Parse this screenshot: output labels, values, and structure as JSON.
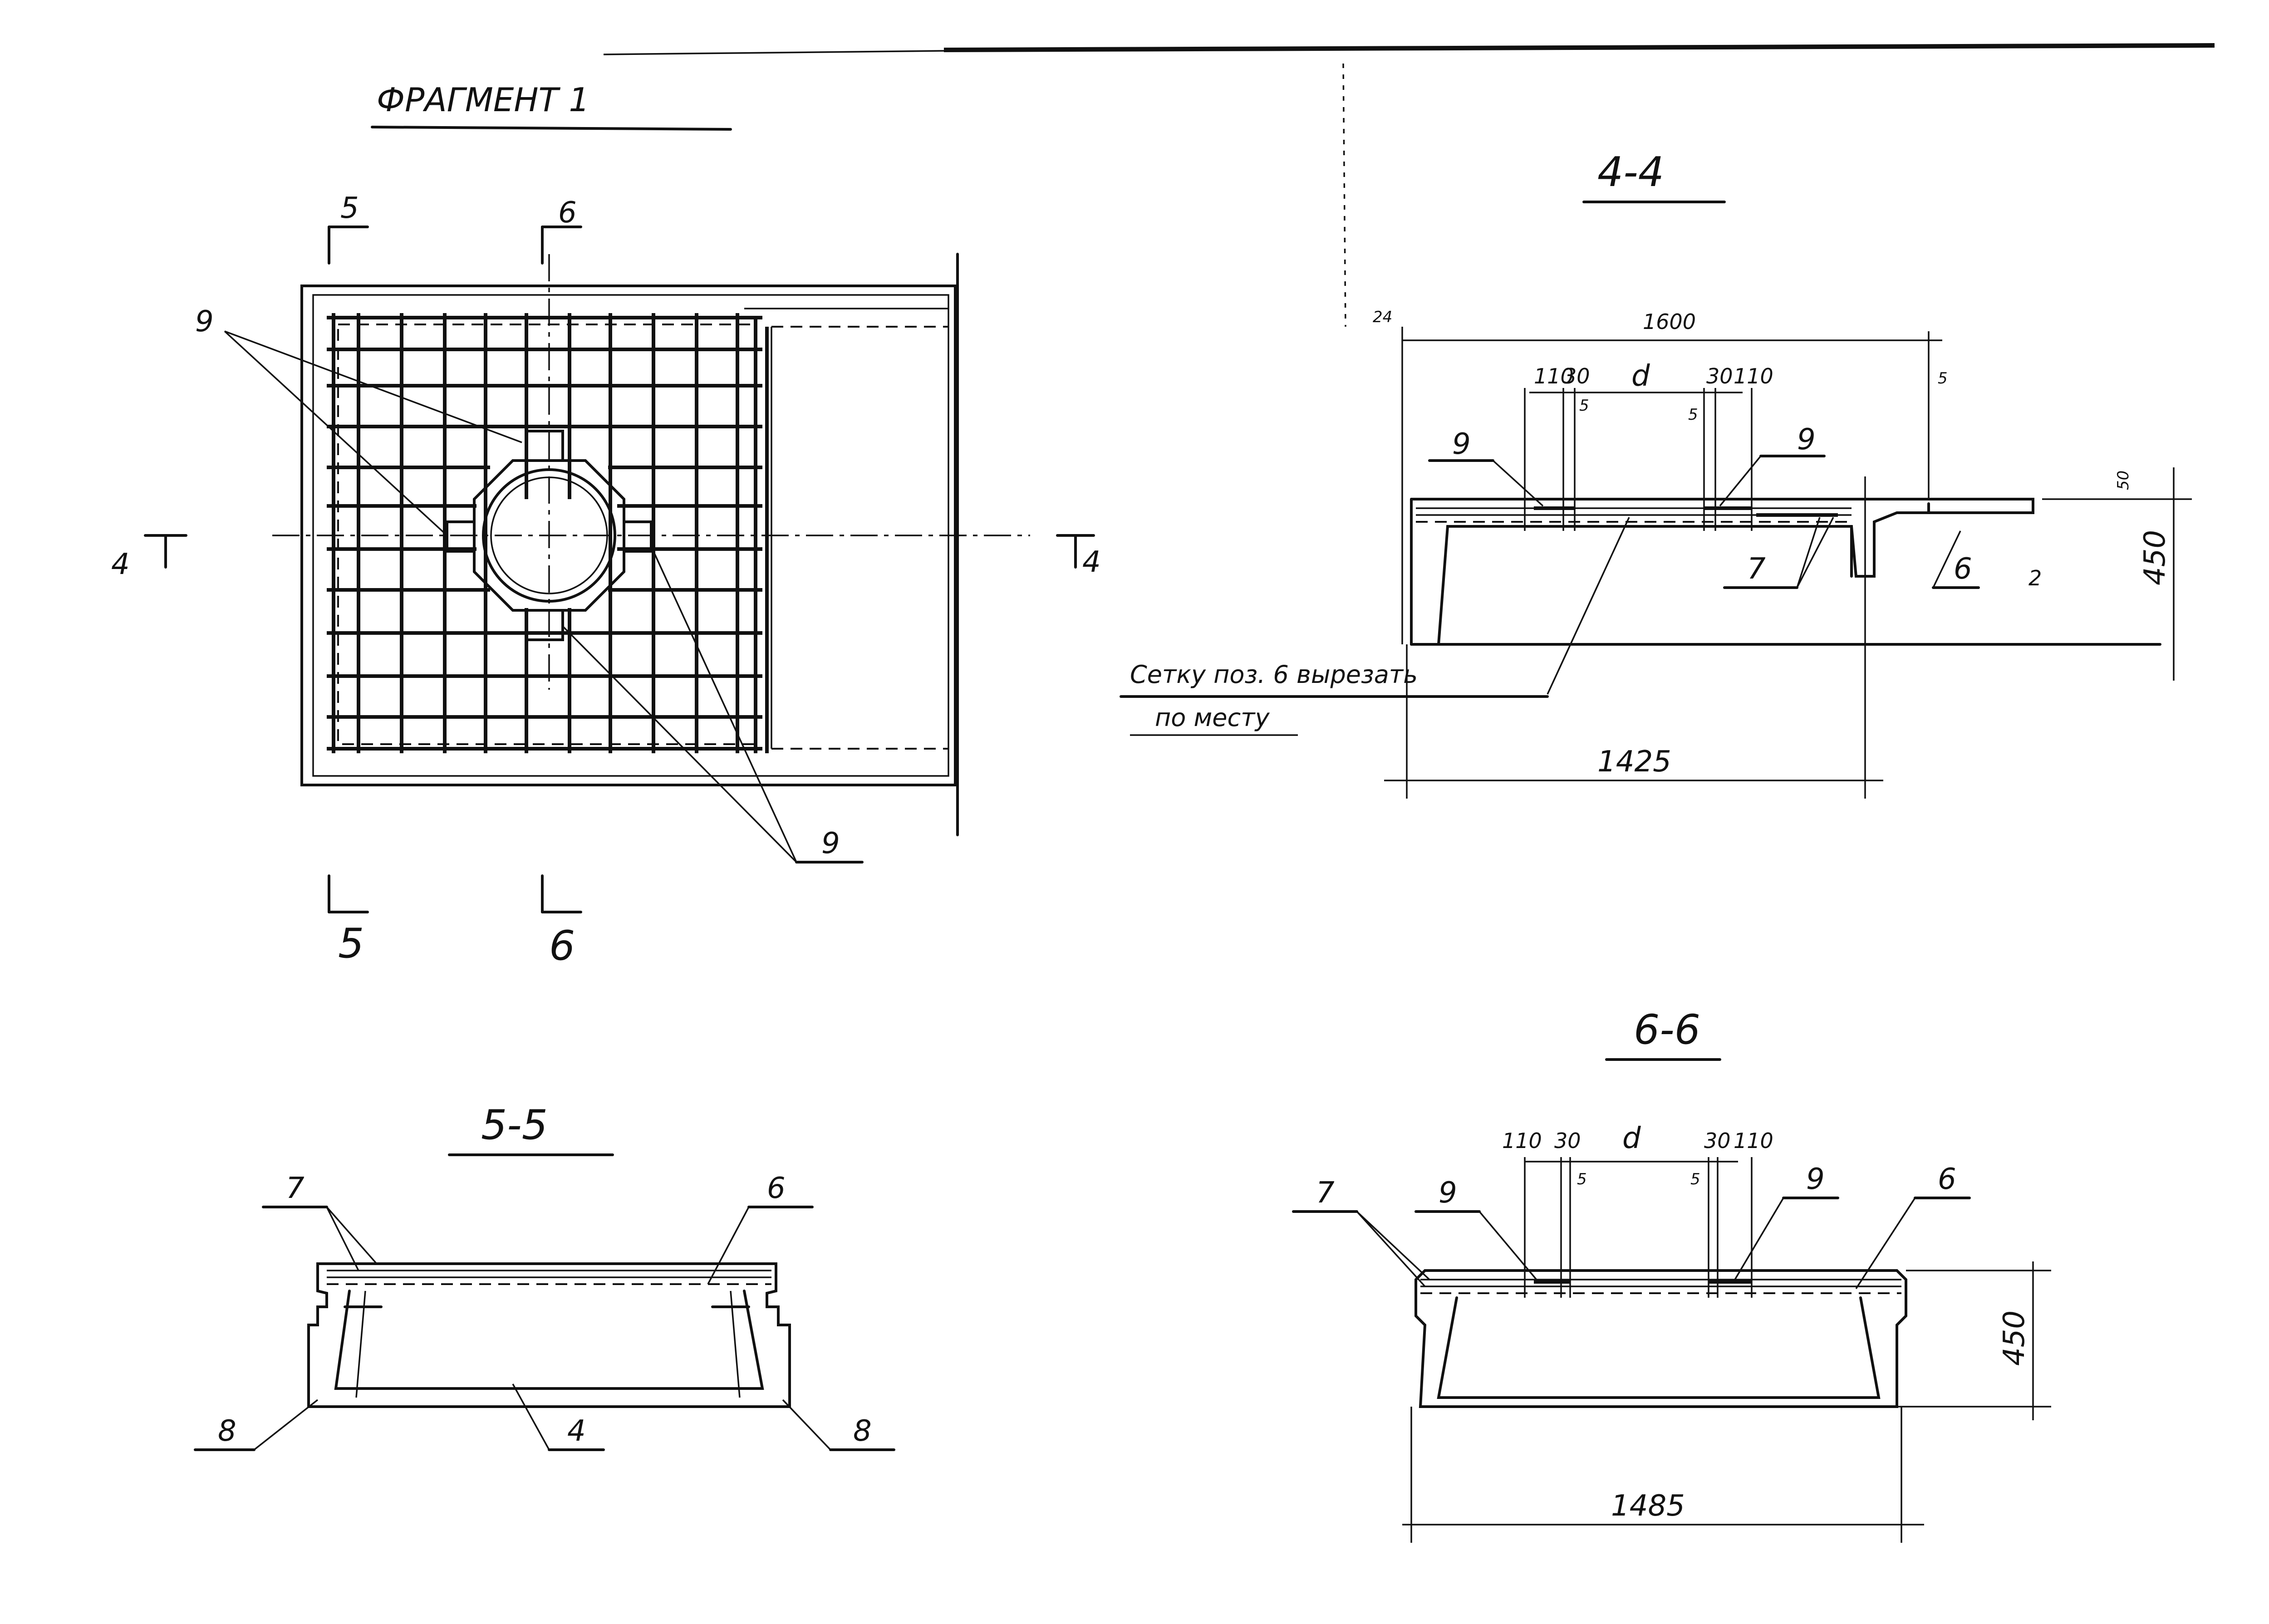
{
  "fragment_title": "ФРАГМЕНТ 1",
  "plan": {
    "cut_5_top": "5",
    "cut_6_top": "6",
    "cut_5_bottom": "5",
    "cut_6_bottom": "6",
    "cut_4_left": "4",
    "cut_4_right": "4",
    "callout_9_upper": "9",
    "callout_9_lower": "9"
  },
  "section_4_4": {
    "title": "4-4",
    "dim_24": "24",
    "dim_1600": "1600",
    "dim_110_left": "110",
    "dim_30_left": "30",
    "dim_d": "d",
    "dim_30_right": "30",
    "dim_110_right": "110",
    "dim_5_a": "5",
    "dim_5_b": "5",
    "dim_5_c": "5",
    "dim_50": "50",
    "dim_450": "450",
    "dim_2": "2",
    "dim_1425": "1425",
    "callout_9_left": "9",
    "callout_9_right": "9",
    "callout_7": "7",
    "callout_6": "6",
    "note_line1": "Сетку поз. 6 вырезать",
    "note_line2": "по месту"
  },
  "section_5_5": {
    "title": "5-5",
    "callout_7": "7",
    "callout_6": "6",
    "callout_8_left": "8",
    "callout_8_right": "8",
    "callout_4": "4"
  },
  "section_6_6": {
    "title": "6-6",
    "dim_110_left": "110",
    "dim_30_left": "30",
    "dim_d": "d",
    "dim_30_right": "30",
    "dim_110_right": "110",
    "dim_5_left": "5",
    "dim_5_right": "5",
    "dim_450": "450",
    "dim_1485": "1485",
    "callout_7": "7",
    "callout_9_left": "9",
    "callout_9_right": "9",
    "callout_6": "6"
  }
}
